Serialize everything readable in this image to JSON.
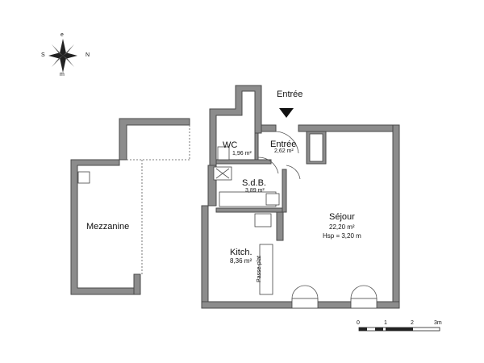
{
  "compass": {
    "north": "N",
    "south": "S",
    "east": "e",
    "west": "m"
  },
  "entrance_label": "Entrée",
  "rooms": {
    "wc": {
      "name": "WC",
      "area": "1,96 m²"
    },
    "entree": {
      "name": "Entrée",
      "area": "2,62 m²"
    },
    "sdb": {
      "name": "S.d.B.",
      "area": "3,89 m²"
    },
    "sejour": {
      "name": "Séjour",
      "area": "22,20 m²",
      "height": "Hsp = 3,20 m"
    },
    "kitchen": {
      "name": "Kitch.",
      "area": "8,36 m²"
    },
    "mezzanine": {
      "name": "Mezzanine"
    }
  },
  "passe_plat": "Passe-plat",
  "scale": {
    "t0": "0",
    "t1": "1",
    "t2": "2",
    "t3": "3m"
  }
}
